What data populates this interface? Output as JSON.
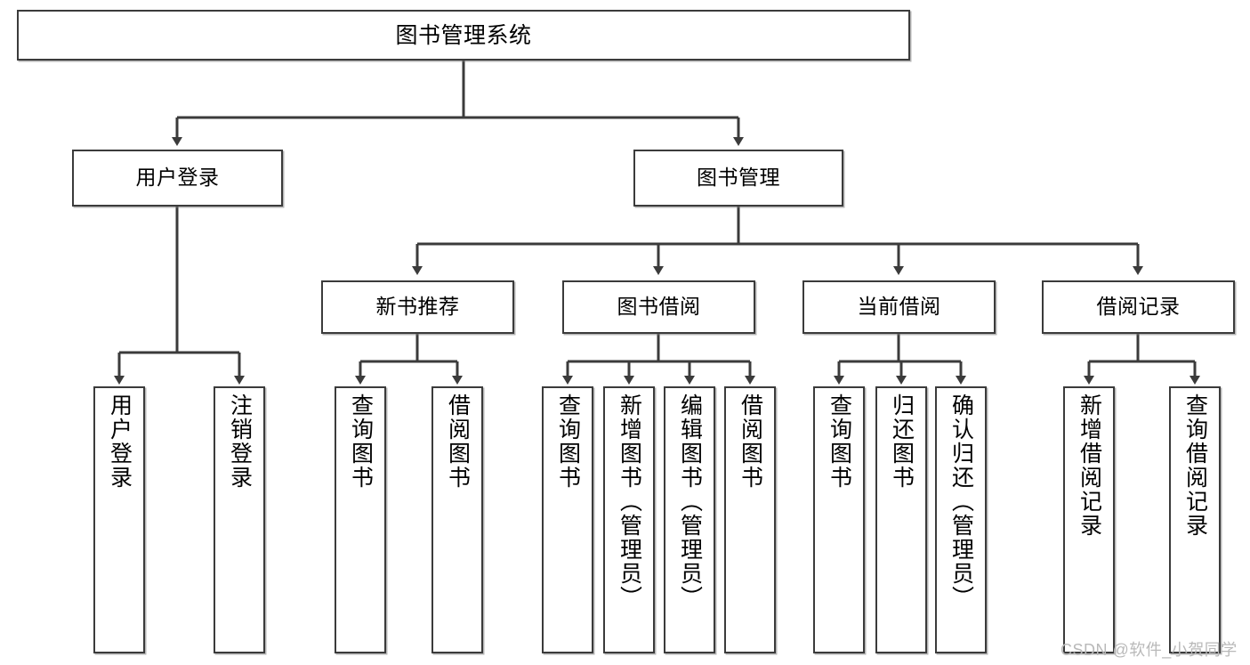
{
  "diagram": {
    "type": "tree-hierarchy",
    "title": "图书管理系统",
    "orientation": "top-down",
    "edge_style": "orthogonal-elbow-with-arrowhead",
    "colors": {
      "box_border": "#3b3b3b",
      "box_fill": "#ffffff",
      "connector": "#3b3b3b",
      "text": "#000000",
      "watermark": "#b9b9b9",
      "background": "#ffffff"
    }
  },
  "root": {
    "id": "root",
    "label": "图书管理系统",
    "orientation": "horizontal"
  },
  "level2": [
    {
      "id": "user-login",
      "label": "用户登录",
      "orientation": "horizontal"
    },
    {
      "id": "book-management",
      "label": "图书管理",
      "orientation": "horizontal"
    }
  ],
  "level3": [
    {
      "id": "new-book-recommend",
      "label": "新书推荐",
      "orientation": "horizontal",
      "parent": "book-management"
    },
    {
      "id": "book-borrow",
      "label": "图书借阅",
      "orientation": "horizontal",
      "parent": "book-management"
    },
    {
      "id": "current-borrow",
      "label": "当前借阅",
      "orientation": "horizontal",
      "parent": "book-management"
    },
    {
      "id": "borrow-record",
      "label": "借阅记录",
      "orientation": "horizontal",
      "parent": "book-management"
    }
  ],
  "leaves": [
    {
      "id": "leaf-user-login",
      "label": "用户登录",
      "parent": "user-login"
    },
    {
      "id": "leaf-user-logout",
      "label": "注销登录",
      "parent": "user-login"
    },
    {
      "id": "leaf-query-book-1",
      "label": "查询图书",
      "parent": "new-book-recommend"
    },
    {
      "id": "leaf-borrow-book-1",
      "label": "借阅图书",
      "parent": "new-book-recommend"
    },
    {
      "id": "leaf-query-book-2",
      "label": "查询图书",
      "parent": "book-borrow"
    },
    {
      "id": "leaf-add-book",
      "label": "新增图书（管理员）",
      "parent": "book-borrow"
    },
    {
      "id": "leaf-edit-book",
      "label": "编辑图书（管理员）",
      "parent": "book-borrow"
    },
    {
      "id": "leaf-borrow-book-2",
      "label": "借阅图书",
      "parent": "book-borrow"
    },
    {
      "id": "leaf-query-book-3",
      "label": "查询图书",
      "parent": "current-borrow"
    },
    {
      "id": "leaf-return-book",
      "label": "归还图书",
      "parent": "current-borrow"
    },
    {
      "id": "leaf-confirm-return",
      "label": "确认归还（管理员）",
      "parent": "current-borrow"
    },
    {
      "id": "leaf-add-record",
      "label": "新增借阅记录",
      "parent": "borrow-record"
    },
    {
      "id": "leaf-query-record",
      "label": "查询借阅记录",
      "parent": "borrow-record"
    }
  ],
  "watermark": {
    "text": "CSDN @软件_小贺同学"
  }
}
